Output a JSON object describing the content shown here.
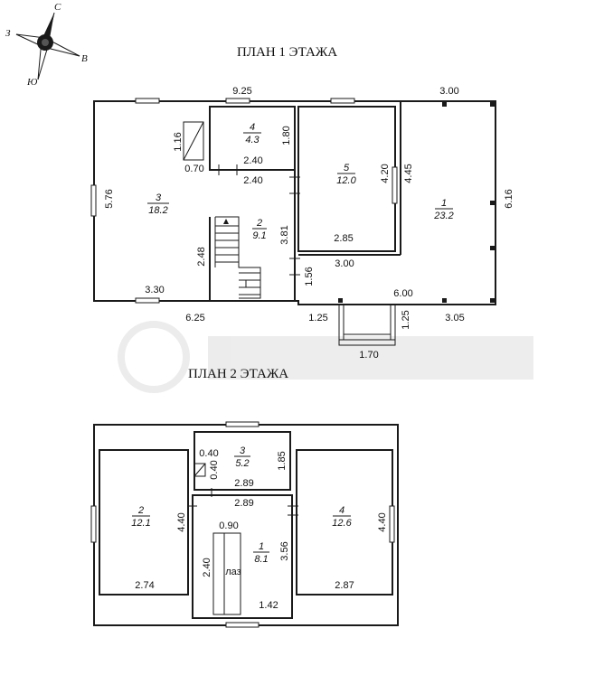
{
  "compass": {
    "north": "С",
    "west": "З",
    "east": "В",
    "south": "Ю"
  },
  "floor1": {
    "title": "ПЛАН 1 ЭТАЖА",
    "rooms": [
      {
        "num": "1",
        "area": "23.2"
      },
      {
        "num": "2",
        "area": "9.1"
      },
      {
        "num": "3",
        "area": "18.2"
      },
      {
        "num": "4",
        "area": "4.3"
      },
      {
        "num": "5",
        "area": "12.0"
      }
    ],
    "dims": {
      "top_main": "9.25",
      "top_terrace": "3.00",
      "left_height": "5.76",
      "right_height": "6.16",
      "bottom_left": "6.25",
      "bottom_porch_left": "1.25",
      "bottom_right": "3.05",
      "porch_width": "1.70",
      "porch_depth": "1.25",
      "r3_bottom": "3.30",
      "closet_h": "1.16",
      "closet_w": "0.70",
      "r4_h": "1.80",
      "r4_w": "2.40",
      "hall_w": "2.40",
      "stair_h": "2.48",
      "r2_h": "3.81",
      "vest_h": "1.56",
      "vest_w": "3.00",
      "r5_h": "4.20",
      "r5_w": "2.85",
      "terr_h": "4.45",
      "terr_w": "6.00"
    }
  },
  "floor2": {
    "title": "ПЛАН 2 ЭТАЖА",
    "rooms": [
      {
        "num": "1",
        "area": "8.1"
      },
      {
        "num": "2",
        "area": "12.1"
      },
      {
        "num": "3",
        "area": "5.2"
      },
      {
        "num": "4",
        "area": "12.6"
      }
    ],
    "hatch_label": "лаз",
    "dims": {
      "r3_a": "0.40",
      "r3_b": "0.40",
      "r3_h": "1.85",
      "r3_w": "2.89",
      "hall_w": "2.89",
      "r2_h": "4.40",
      "r2_w": "2.74",
      "hatch_top": "0.90",
      "hatch_h": "2.40",
      "r1_h": "3.56",
      "r1_w": "1.42",
      "r4_h": "4.40",
      "r4_w": "2.87"
    }
  }
}
